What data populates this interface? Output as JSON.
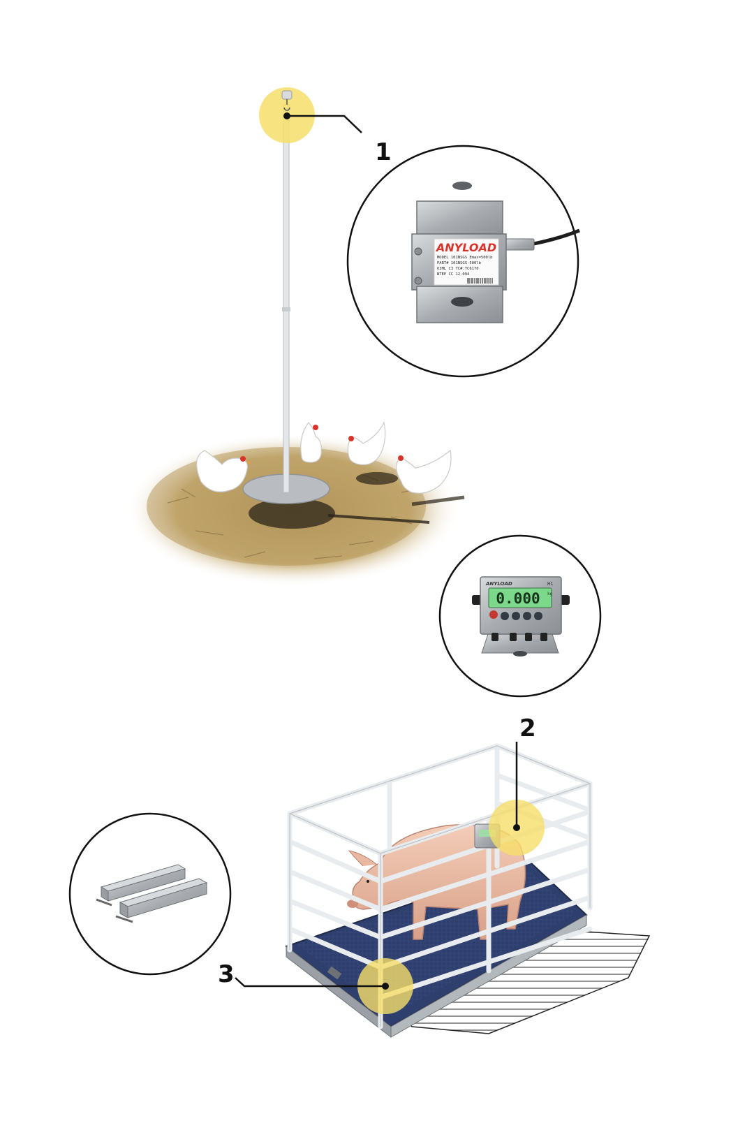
{
  "callouts": [
    {
      "number": "1",
      "target": "s-type-load-cell"
    },
    {
      "number": "2",
      "target": "weighing-indicator"
    },
    {
      "number": "3",
      "target": "load-bars"
    }
  ],
  "load_cell": {
    "brand": "ANYLOAD",
    "label_lines": [
      "MODEL 101NSGS  Emax=500lb",
      "PART# 101NSGS-500lb",
      "OIML C3  TC#:TC6170",
      "NTEP CC 12-094"
    ]
  },
  "indicator": {
    "brand": "ANYLOAD",
    "model": "H1",
    "display_value": "0.000",
    "unit": "kg"
  },
  "colors": {
    "highlight": "#f6df6a",
    "leader": "#111111",
    "platform": "#2e3f6e",
    "cage": "#e9ecee",
    "straw": "#bfa46a",
    "lcd": "#7cd88a",
    "steel": "#b7bbbf"
  }
}
